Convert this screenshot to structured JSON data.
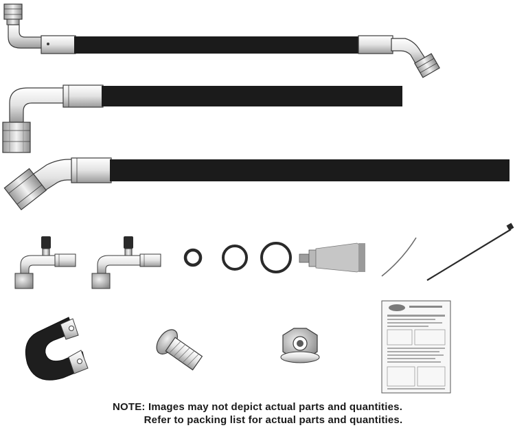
{
  "colors": {
    "hose": "#1b1b1b",
    "metal_light": "#f4f4f4",
    "metal_mid": "#c9c9c9",
    "metal_dark": "#8f8f8f",
    "outline": "#3a3a3a",
    "tube": "#b0b0b0",
    "oring": "#2a2a2a"
  },
  "note": {
    "line1": "NOTE: Images may not depict actual parts and quantities.",
    "line2": "Refer to packing list for actual parts and quantities."
  },
  "parts": [
    {
      "name": "hose-assembly-two-fittings",
      "icon": "hose-icon"
    },
    {
      "name": "hose-assembly-90-degree",
      "icon": "hose-icon"
    },
    {
      "name": "hose-assembly-45-degree",
      "icon": "hose-icon"
    },
    {
      "name": "service-port-fitting",
      "icon": "fitting-icon"
    },
    {
      "name": "service-port-fitting",
      "icon": "fitting-icon"
    },
    {
      "name": "o-ring-small",
      "icon": "o-ring-icon"
    },
    {
      "name": "o-ring-medium",
      "icon": "o-ring-icon"
    },
    {
      "name": "o-ring-large",
      "icon": "o-ring-icon"
    },
    {
      "name": "lubricant-tube",
      "icon": "tube-icon"
    },
    {
      "name": "short-cable-tie",
      "icon": "cable-tie-icon"
    },
    {
      "name": "long-cable-tie",
      "icon": "cable-tie-icon"
    },
    {
      "name": "cushion-clamp",
      "icon": "clamp-icon"
    },
    {
      "name": "bolt",
      "icon": "bolt-icon"
    },
    {
      "name": "lock-nut",
      "icon": "nut-icon"
    },
    {
      "name": "instruction-sheet",
      "icon": "document-icon"
    }
  ]
}
